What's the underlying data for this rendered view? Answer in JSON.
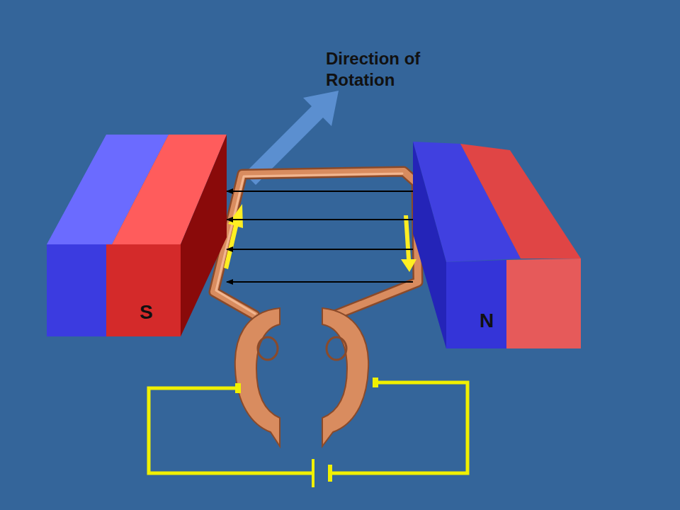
{
  "diagram": {
    "nodes": [
      {
        "text": [
          "S"
        ]
      },
      {
        "text": [
          "N"
        ]
      }
    ],
    "edges": [
      {
        "from": 1,
        "to": 0,
        "arrow": "to"
      },
      {
        "from": 1,
        "to": 0,
        "arrow": "to"
      },
      {
        "from": 1,
        "to": 0,
        "arrow": "to"
      },
      {
        "from": 1,
        "to": 0,
        "arrow": "to"
      }
    ],
    "labels": [
      "Direction of Rotation"
    ]
  }
}
